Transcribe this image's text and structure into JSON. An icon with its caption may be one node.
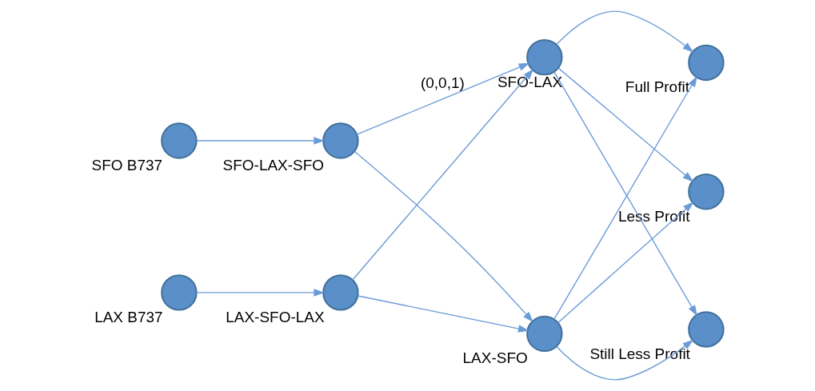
{
  "diagram": {
    "nodes": [
      {
        "text": [
          "SFO B737"
        ]
      },
      {
        "text": [
          "LAX B737"
        ]
      },
      {
        "text": [
          "SFO-LAX-SFO"
        ]
      },
      {
        "text": [
          "LAX-SFO-LAX"
        ]
      },
      {
        "text": [
          "SFO-LAX"
        ]
      },
      {
        "text": [
          "LAX-SFO"
        ]
      },
      {
        "text": [
          "Full Profit"
        ]
      },
      {
        "text": [
          "Less Profit"
        ]
      },
      {
        "text": [
          "Still Less Profit"
        ]
      }
    ],
    "edges": [
      {
        "from": 0,
        "to": 2,
        "arrow": "to"
      },
      {
        "from": 1,
        "to": 3,
        "arrow": "to"
      },
      {
        "from": 2,
        "to": 4,
        "arrow": "to",
        "label": "(0,0,1)"
      },
      {
        "from": 2,
        "to": 5,
        "arrow": "to"
      },
      {
        "from": 3,
        "to": 4,
        "arrow": "to"
      },
      {
        "from": 3,
        "to": 5,
        "arrow": "to"
      },
      {
        "from": 4,
        "to": 6,
        "arrow": "to"
      },
      {
        "from": 4,
        "to": 7,
        "arrow": "to"
      },
      {
        "from": 4,
        "to": 8,
        "arrow": "to"
      },
      {
        "from": 5,
        "to": 6,
        "arrow": "to"
      },
      {
        "from": 5,
        "to": 7,
        "arrow": "to"
      },
      {
        "from": 5,
        "to": 8,
        "arrow": "to"
      }
    ]
  }
}
